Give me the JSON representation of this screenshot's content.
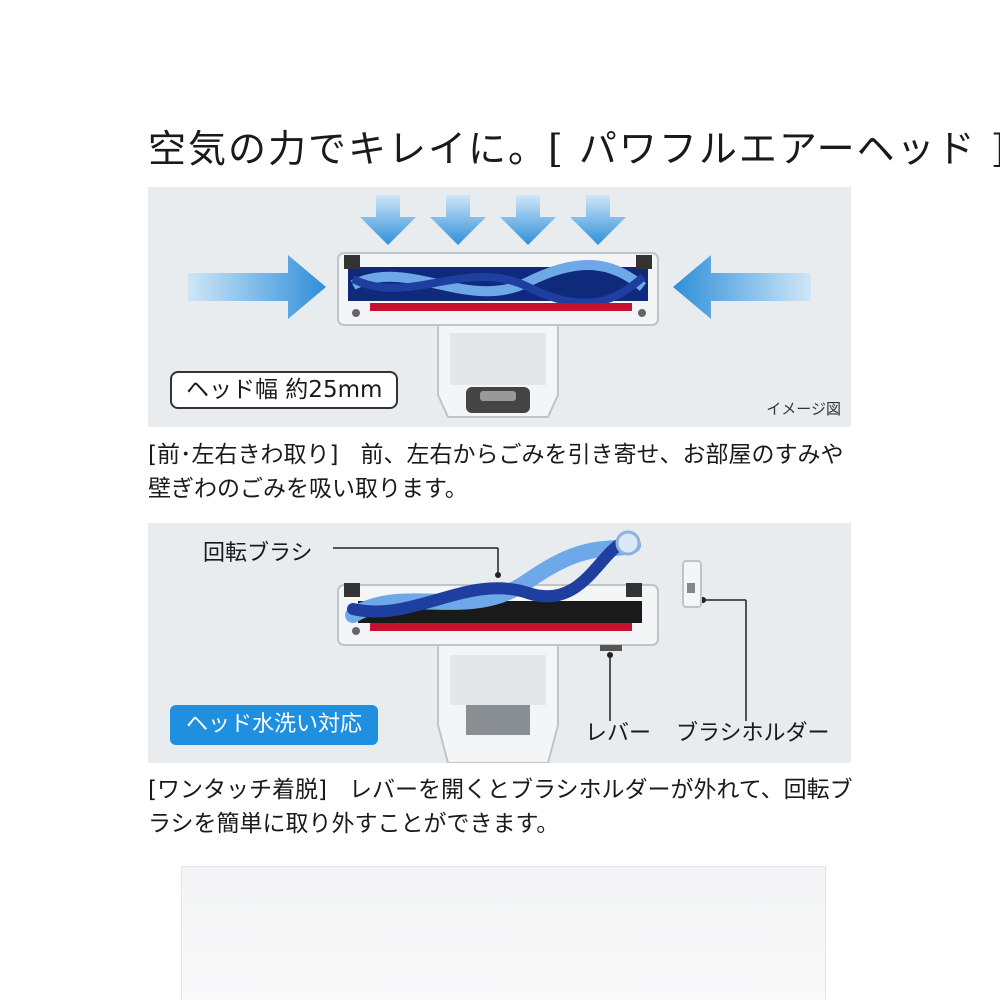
{
  "title": "空気の力でキレイに。[ パワフルエアーヘッド ]",
  "section1": {
    "badge": "ヘッド幅 約25mm",
    "note": "イメージ図",
    "tag": "[前･左右きわ取り]",
    "text": "前、左右からごみを引き寄せ、お部屋のすみや壁ぎわのごみを吸い取ります。"
  },
  "section2": {
    "callout_brush": "回転ブラシ",
    "badge": "ヘッド水洗い対応",
    "callout_lever": "レバー",
    "callout_holder": "ブラシホルダー",
    "tag": "[ワンタッチ着脱]",
    "text": "レバーを開くとブラシホルダーが外れて、回転ブラシを簡単に取り外すことができます。"
  },
  "colors": {
    "arrow_blue": "#2f8fd8",
    "badge_blue": "#1f8fe0",
    "brush_blue": "#1f3fa0",
    "red_strip": "#c8102e"
  },
  "icons": {
    "arrow": "arrow-icon"
  }
}
